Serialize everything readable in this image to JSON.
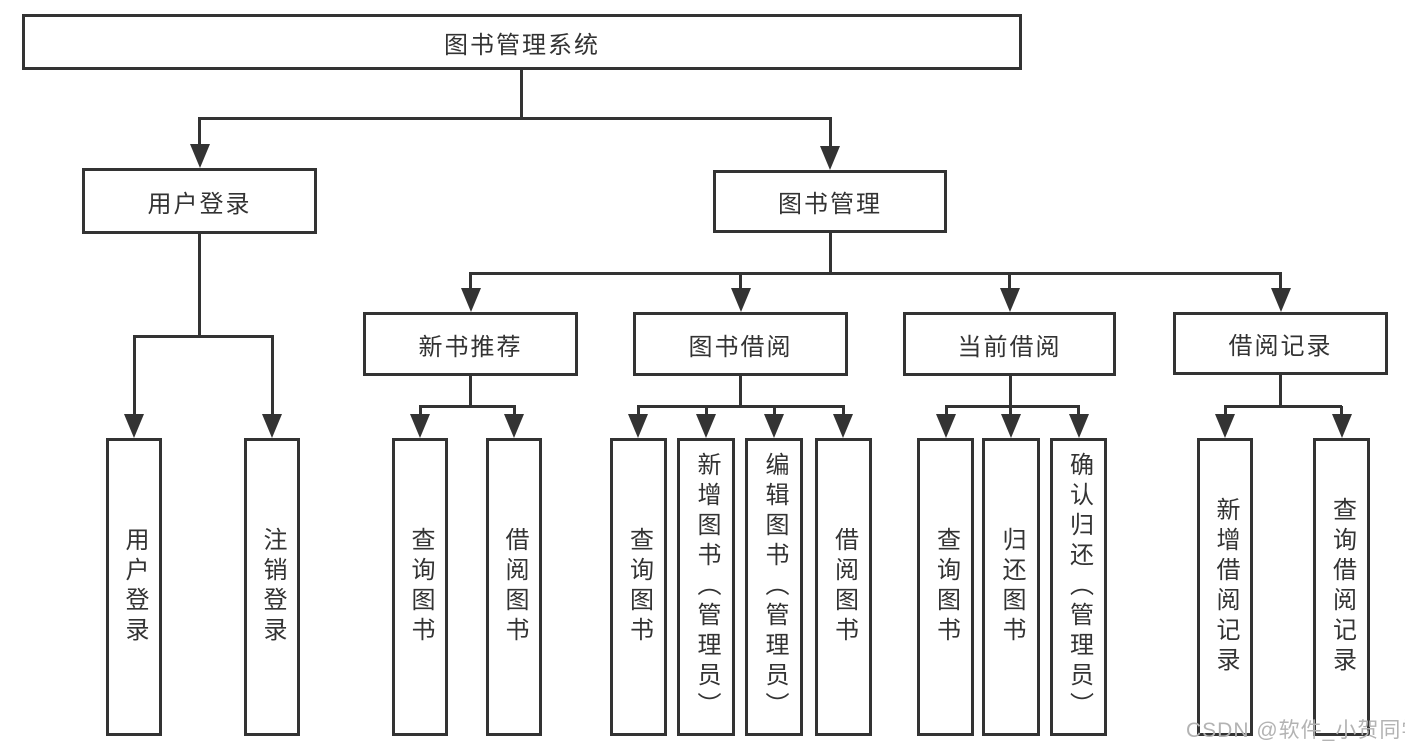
{
  "diagram": {
    "root": {
      "label": "图书管理系统"
    },
    "user_login": {
      "label": "用户登录",
      "children": [
        {
          "label": "用户登录"
        },
        {
          "label": "注销登录"
        }
      ]
    },
    "book_mgmt": {
      "label": "图书管理",
      "sections": [
        {
          "label": "新书推荐",
          "children": [
            {
              "label": "查询图书"
            },
            {
              "label": "借阅图书"
            }
          ]
        },
        {
          "label": "图书借阅",
          "children": [
            {
              "label": "查询图书"
            },
            {
              "label": "新增图书（管理员）"
            },
            {
              "label": "编辑图书（管理员）"
            },
            {
              "label": "借阅图书"
            }
          ]
        },
        {
          "label": "当前借阅",
          "children": [
            {
              "label": "查询图书"
            },
            {
              "label": "归还图书"
            },
            {
              "label": "确认归还（管理员）"
            }
          ]
        },
        {
          "label": "借阅记录",
          "children": [
            {
              "label": "新增借阅记录"
            },
            {
              "label": "查询借阅记录"
            }
          ]
        }
      ]
    }
  },
  "watermark": {
    "text": "CSDN @软件_小贺同学"
  },
  "colors": {
    "line": "#333333",
    "text": "#333333",
    "watermark": "#b3b3b3",
    "background": "#ffffff"
  }
}
